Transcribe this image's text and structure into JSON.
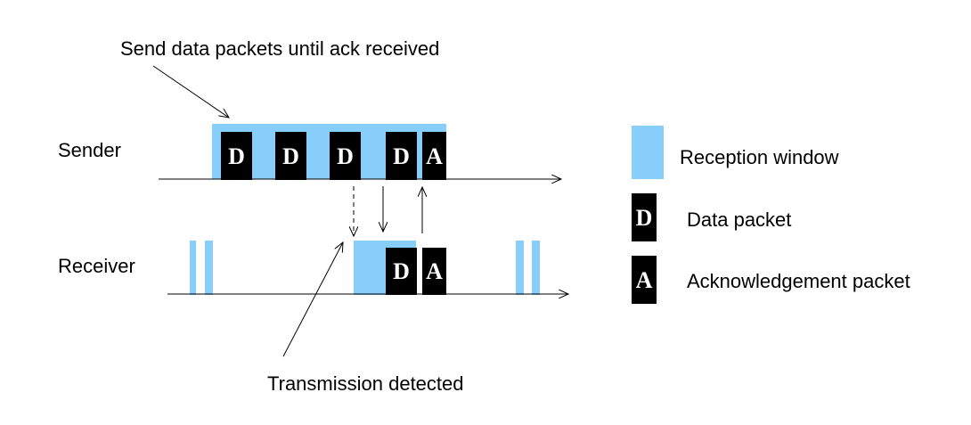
{
  "annotations": {
    "top": "Send data packets until ack received",
    "bottom": "Transmission detected"
  },
  "rows": {
    "sender": "Sender",
    "receiver": "Receiver"
  },
  "packet_letters": {
    "data": "D",
    "ack": "A"
  },
  "legend": {
    "reception_window": "Reception window",
    "data_packet": "Data packet",
    "ack_packet": "Acknowledgement packet",
    "data_symbol": "D",
    "ack_symbol": "A"
  },
  "colors": {
    "window": "#87cefa",
    "packet": "#000000",
    "packet_text": "#ffffff",
    "line": "#000000"
  }
}
